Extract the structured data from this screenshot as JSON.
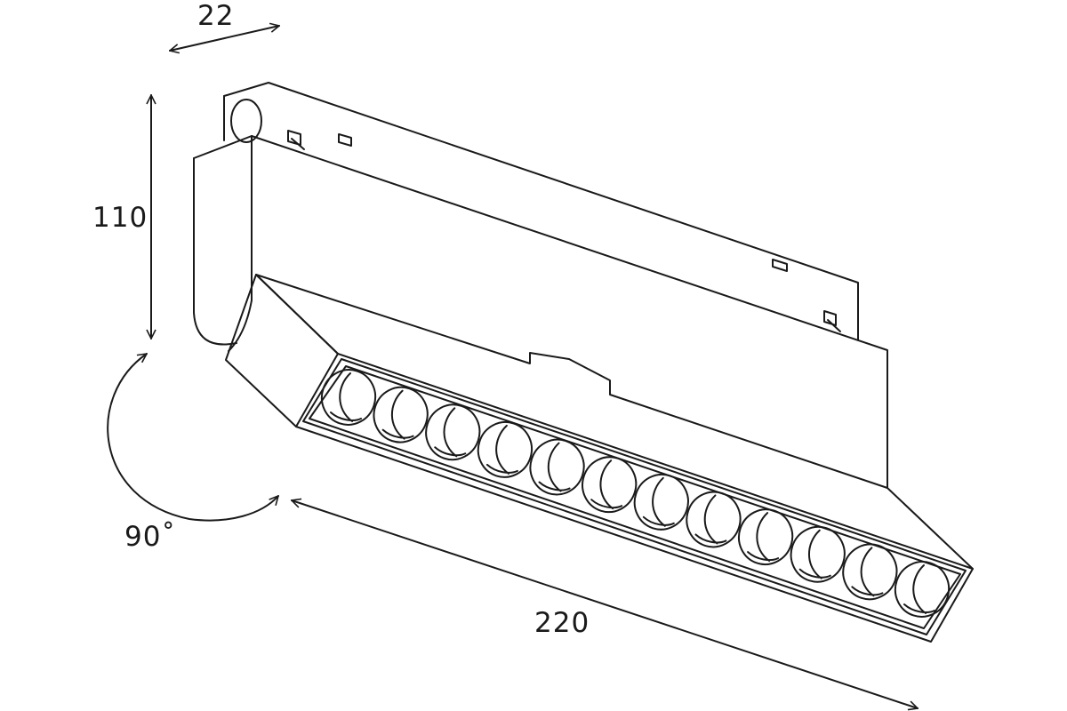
{
  "dimensions": {
    "width": "22",
    "height": "110",
    "rotation": "90˚",
    "length": "220"
  },
  "lens_count": 12,
  "colors": {
    "line": "#1a1a1a",
    "background": "#ffffff"
  }
}
